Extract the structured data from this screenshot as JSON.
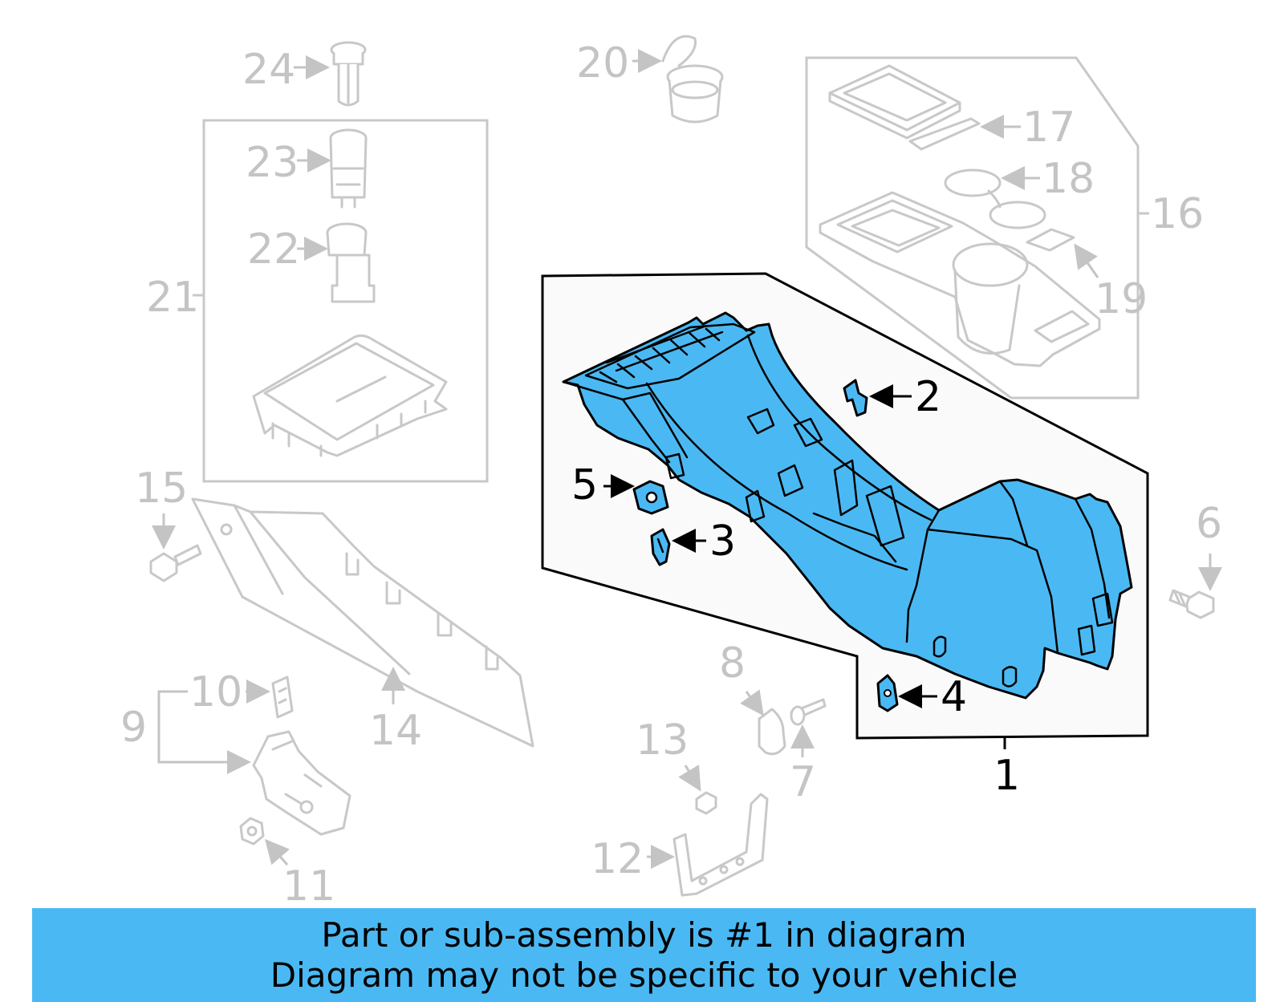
{
  "banner": {
    "line1": "Part or sub-assembly is #1 in diagram",
    "line2": "Diagram may not be specific to your vehicle",
    "color": "#4ab9f3"
  },
  "highlight_color": "#4ab9f3",
  "callouts": {
    "c1": "1",
    "c2": "2",
    "c3": "3",
    "c4": "4",
    "c5": "5",
    "c6": "6",
    "c7": "7",
    "c8": "8",
    "c9": "9",
    "c10": "10",
    "c11": "11",
    "c12": "12",
    "c13": "13",
    "c14": "14",
    "c15": "15",
    "c16": "16",
    "c17": "17",
    "c18": "18",
    "c19": "19",
    "c20": "20",
    "c21": "21",
    "c22": "22",
    "c23": "23",
    "c24": "24"
  }
}
